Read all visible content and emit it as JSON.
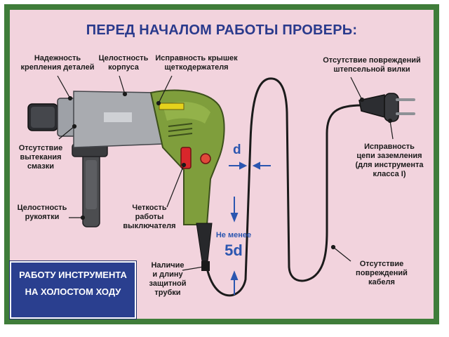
{
  "title": "ПЕРЕД НАЧАЛОМ РАБОТЫ ПРОВЕРЬ:",
  "labels": {
    "fastening": "Надежность\nкрепления деталей",
    "housing": "Целостность\nкорпуса",
    "brush_covers": "Исправность крышек\nщеткодержателя",
    "plug": "Отсутствие повреждений\nштепсельной вилки",
    "lubricant": "Отсутствие\nвытекания\nсмазки",
    "grounding": "Исправность\nцепи заземления\n(для инструмента\nкласса I)",
    "handle": "Целостность\nрукоятки",
    "switch": "Четкость\nработы\nвыключателя",
    "tube": "Наличие\nи длину\nзащитной\nтрубки",
    "cable": "Отсутствие\nповреждений\nкабеля"
  },
  "dimensions": {
    "d": "d",
    "min": "Не менее",
    "five_d": "5d"
  },
  "badge": {
    "line1": "РАБОТУ ИНСТРУМЕНТА",
    "line2": "НА ХОЛОСТОМ ХОДУ"
  },
  "colors": {
    "frame": "#3f7d3a",
    "panel": "#f2d3dd",
    "title": "#2a3a8c",
    "drill_body": "#7f9e3c",
    "switch": "#d9262b",
    "dimension": "#2b56b0",
    "badge": "#2a3f8f"
  }
}
